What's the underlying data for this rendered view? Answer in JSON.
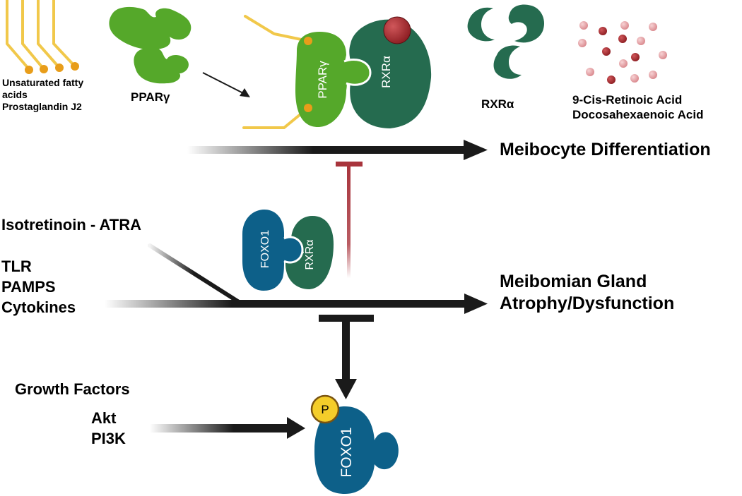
{
  "top_labels": {
    "fatty_acids": [
      "Unsaturated fatty",
      "acids",
      "Prostaglandin J2"
    ],
    "ppar_gamma": "PPARγ",
    "rxr_alpha": "RXRα",
    "retinoic": [
      "9-Cis-Retinoic Acid",
      "Docosahexaenoic Acid"
    ]
  },
  "complex_labels": {
    "ppar": "PPARγ",
    "rxr": "RXRα",
    "foxo1": "FOXO1",
    "rxr2": "RXRα",
    "foxo1_bottom": "FOXO1",
    "phospho": "P"
  },
  "outcomes": {
    "differentiation": "Meibocyte Differentiation",
    "atrophy": [
      "Meibomian Gland",
      "Atrophy/Dysfunction"
    ]
  },
  "left_labels": {
    "isotretinoin": "Isotretinoin - ATRA",
    "inflammation": [
      "TLR",
      "PAMPS",
      "Cytokines"
    ],
    "growth": "Growth Factors",
    "kinases": [
      "Akt",
      "PI3K"
    ]
  },
  "colors": {
    "ppar_green": "#55a82a",
    "rxr_green": "#256b4f",
    "foxo_blue": "#0d6089",
    "ligand_yellow": "#f1c84a",
    "ligand_orange": "#e89d1a",
    "inhibit_red": "#a8343c",
    "arrow_black": "#1a1a1a",
    "phospho_yellow": "#f4cd2a"
  }
}
